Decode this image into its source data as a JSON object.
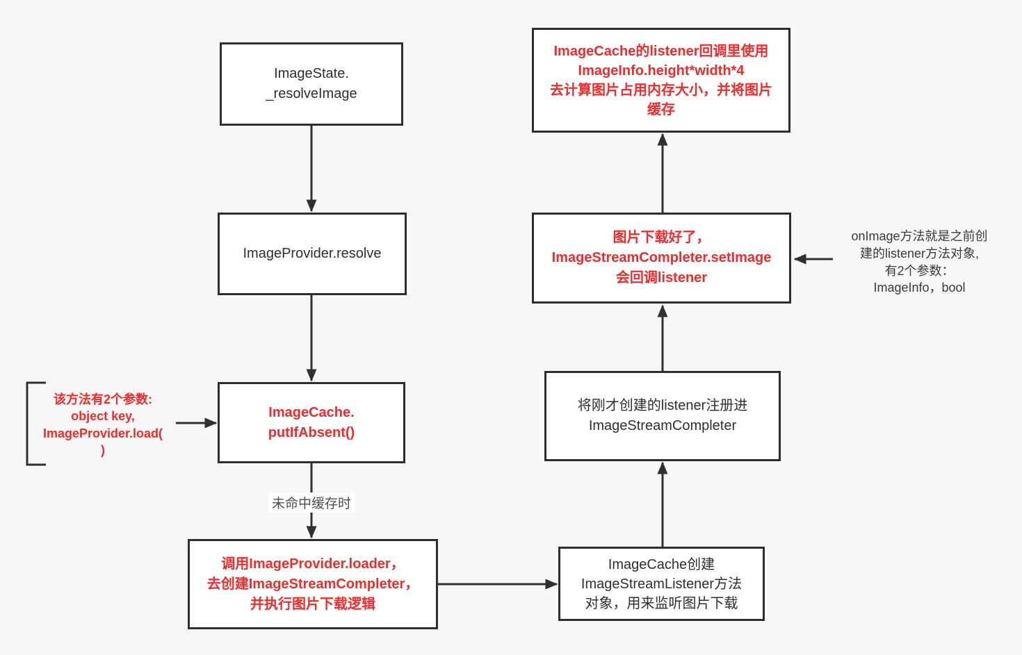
{
  "diagram": {
    "description_domain": "flowchart",
    "palette": {
      "background": "#f7f7f7",
      "node_fill": "#ffffff",
      "node_border": "#2e2e2e",
      "text_black": "#2e2e2e",
      "text_red": "#f02b2b",
      "edge_label_gray": "#4d4d4d",
      "connector": "#303030"
    },
    "nodes": {
      "image_state": {
        "text": "ImageState.\n_resolveImage"
      },
      "image_provider_resolve": {
        "text": "ImageProvider.resolve"
      },
      "image_cache_put_if_absent": {
        "text": "ImageCache.\nputIfAbsent()"
      },
      "loader_create_completer": {
        "text": "调用ImageProvider.loader，\n去创建ImageStreamCompleter，\n并执行图片下载逻辑"
      },
      "create_stream_listener": {
        "text": "ImageCache创建\nImageStreamListener方法\n对象，用来监听图片下载"
      },
      "register_listener": {
        "text": "将刚才创建的listener注册进\nImageStreamCompleter"
      },
      "set_image_callback": {
        "text": "图片下载好了，\nImageStreamCompleter.setImage\n会回调listener"
      },
      "cache_memory_calc": {
        "text": "ImageCache的listener回调里使用\nImageInfo.height*width*4\n去计算图片占用内存大小，并将图片\n缓存"
      }
    },
    "annotations": {
      "put_if_absent_params": {
        "text": "该方法有2个参数:\nobject key,\nImageProvider.load(\n)"
      },
      "cache_miss_label": {
        "text": "未命中缓存时"
      },
      "on_image_note": {
        "text": "onImage方法就是之前创\n建的listener方法对象,\n有2个参数：\nImageInfo，bool"
      }
    }
  }
}
